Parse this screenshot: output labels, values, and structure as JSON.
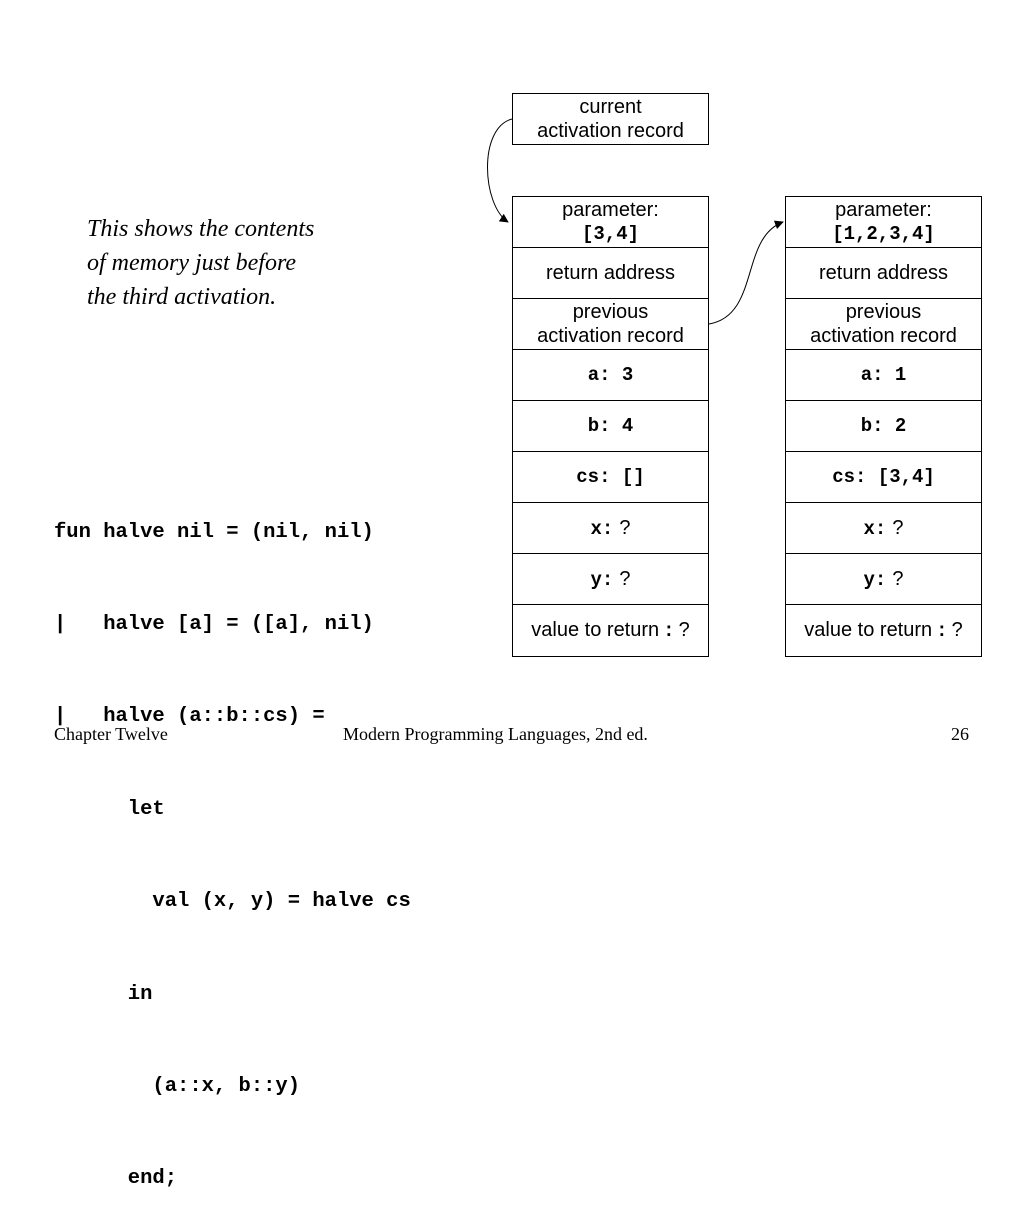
{
  "current_box": {
    "line1": "current",
    "line2": "activation record"
  },
  "caption": {
    "lines": [
      "This shows the contents",
      "of memory just before",
      "the third activation."
    ]
  },
  "code": {
    "lines": [
      "fun halve nil = (nil, nil)",
      "|   halve [a] = ([a], nil)",
      "|   halve (a::b::cs) =",
      "      let",
      "        val (x, y) = halve cs",
      "      in",
      "        (a::x, b::y)",
      "      end;"
    ]
  },
  "records": [
    {
      "param_label": "parameter:",
      "param_value": "[3,4]",
      "return_address": "return address",
      "prev_line1": "previous",
      "prev_line2": "activation record",
      "a": "a: 3",
      "b": "b: 4",
      "cs": "cs: []",
      "x_label": "x:",
      "x_value": "?",
      "y_label": "y:",
      "y_value": "?",
      "ret_label": "value to return",
      "ret_colon": ":",
      "ret_value": "?"
    },
    {
      "param_label": "parameter:",
      "param_value": "[1,2,3,4]",
      "return_address": "return address",
      "prev_line1": "previous",
      "prev_line2": "activation record",
      "a": "a: 1",
      "b": "b: 2",
      "cs": "cs: [3,4]",
      "x_label": "x:",
      "x_value": "?",
      "y_label": "y:",
      "y_value": "?",
      "ret_label": "value to return",
      "ret_colon": ":",
      "ret_value": "?"
    }
  ],
  "footer": {
    "left": "Chapter Twelve",
    "center": "Modern Programming Languages, 2nd ed.",
    "page": "26"
  }
}
